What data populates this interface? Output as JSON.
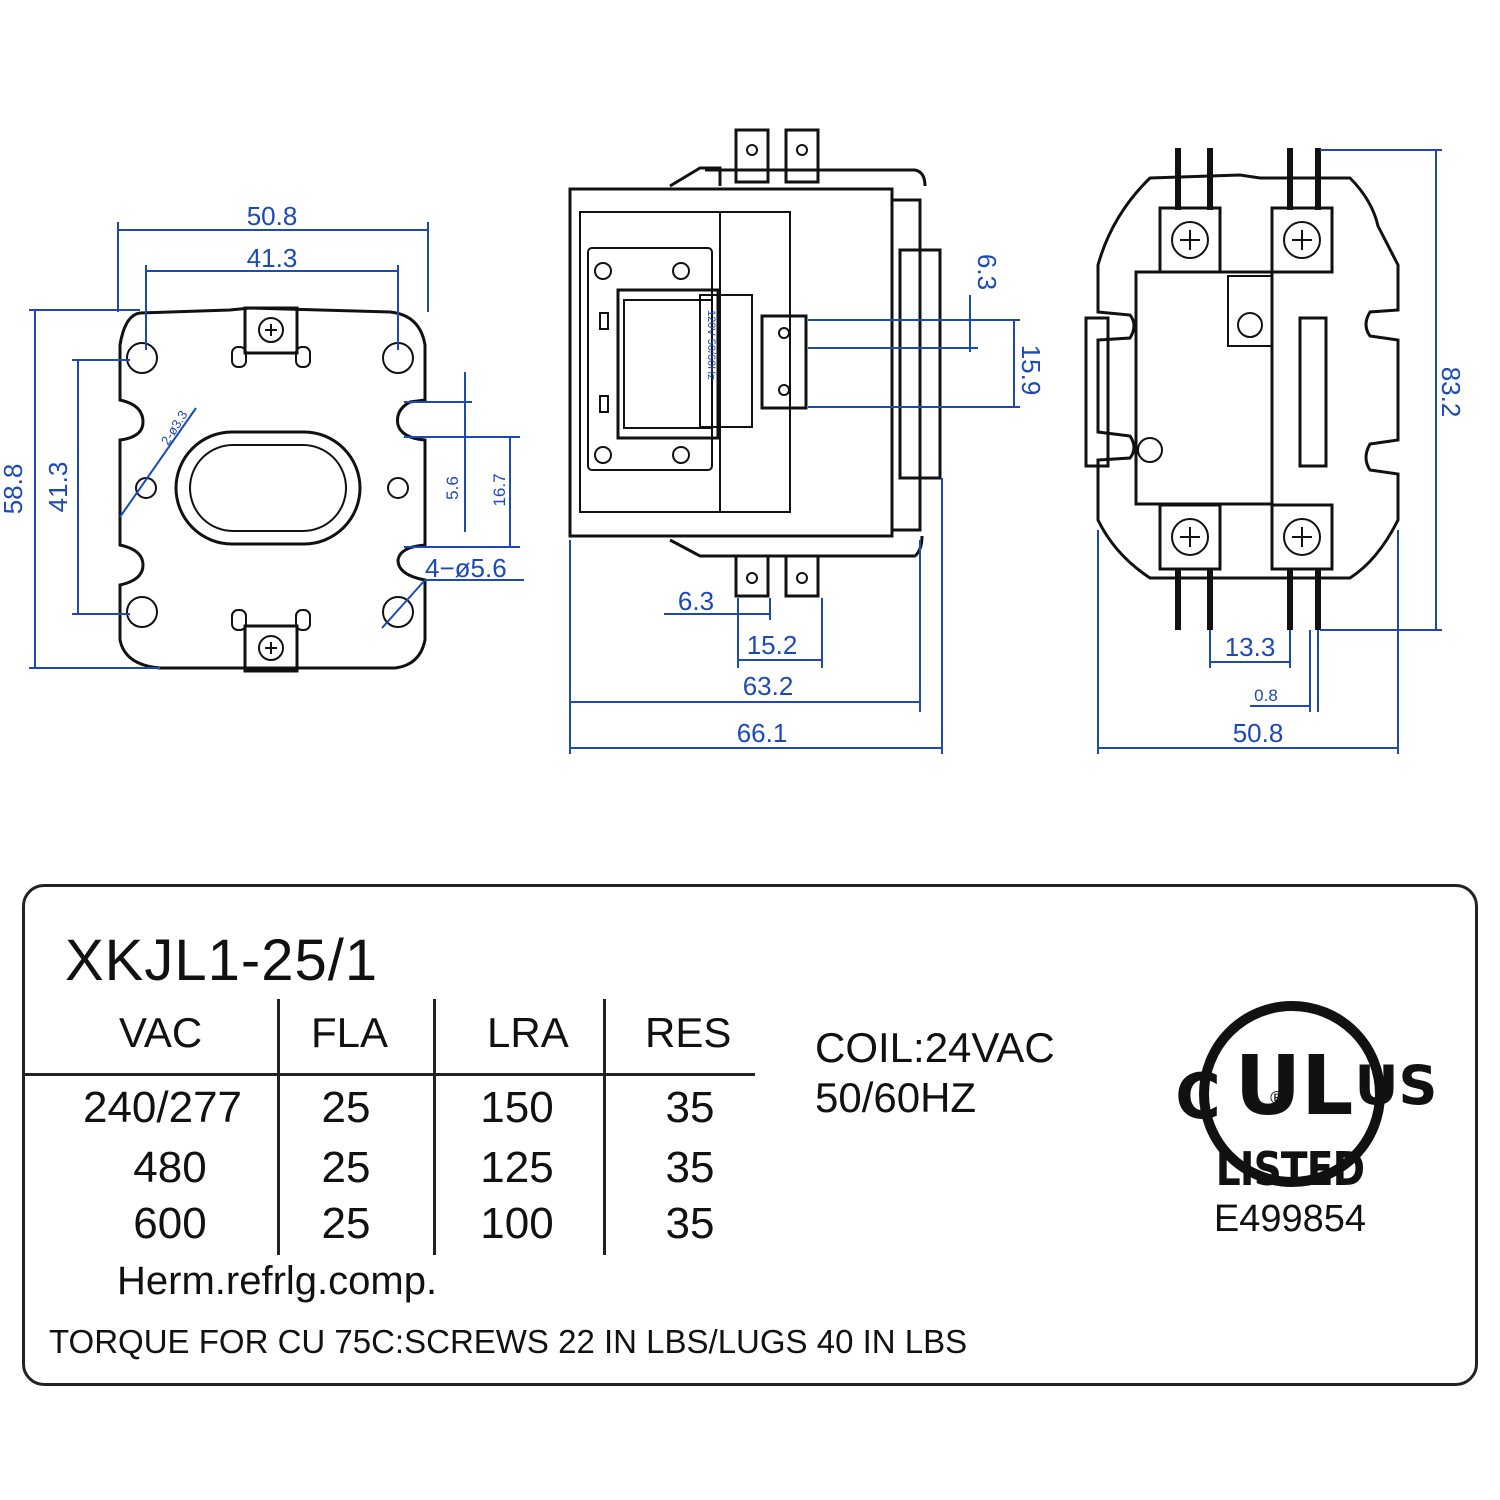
{
  "drawing": {
    "left_view": {
      "width_outer": "50.8",
      "width_inner": "41.3",
      "height_outer": "58.8",
      "height_inner": "41.3",
      "slot_gap": "5.6",
      "slot_span": "16.7",
      "holes_label": "4−ø5.6",
      "small_holes_label": "2-ø3.3"
    },
    "middle_view": {
      "terminal_width": "6.3",
      "terminal_span": "15.9",
      "bottom_terminal_width": "6.3",
      "bottom_terminal_span": "15.2",
      "body_width": "63.2",
      "overall_width": "66.1",
      "coil_label": "120V  50/60Hz"
    },
    "right_view": {
      "height": "83.2",
      "lug_spacing": "13.3",
      "gap": "0.8",
      "width": "50.8"
    }
  },
  "spec": {
    "model": "XKJL1-25/1",
    "table": {
      "headers": [
        "VAC",
        "FLA",
        "LRA",
        "RES"
      ],
      "rows": [
        [
          "240/277",
          "25",
          "150",
          "35"
        ],
        [
          "480",
          "25",
          "125",
          "35"
        ],
        [
          "600",
          "25",
          "100",
          "35"
        ]
      ]
    },
    "coil_line1": "COIL:24VAC",
    "coil_line2": "50/60HZ",
    "note": "Herm.refrlg.comp.",
    "torque": "TORQUE FOR CU 75C:SCREWS 22 IN LBS/LUGS 40 IN LBS"
  },
  "ul_mark": {
    "c": "C",
    "ul": "UL",
    "us": "US",
    "listed": "LISTED",
    "file_number": "E499854",
    "registered": "®"
  }
}
